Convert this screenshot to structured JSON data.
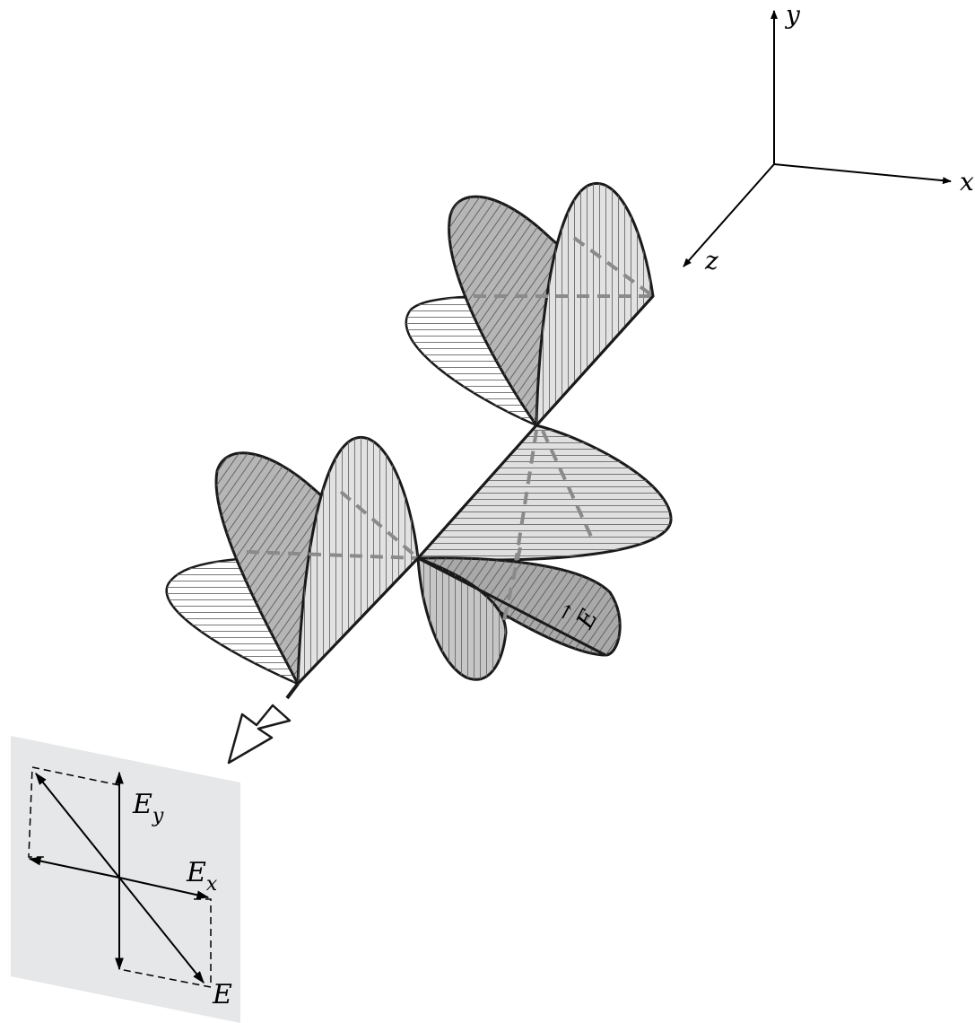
{
  "axes": {
    "x_label": "x",
    "y_label": "y",
    "z_label": "z"
  },
  "wave": {
    "vector_label": "E",
    "vector_arrow": "→"
  },
  "projection_panel": {
    "ey_main": "E",
    "ey_sub": "y",
    "ex_main": "E",
    "ex_sub": "x",
    "e_label": "E"
  },
  "colors": {
    "dark_petal": "#b4b4b4",
    "mid_petal": "#d0d0d0",
    "light_petal": "#e4e4e4",
    "white_petal": "#ffffff",
    "hatch": "#555555",
    "dashed": "#8a8a8a",
    "panel": "#e6e7e8",
    "outline": "#1a1a1a"
  }
}
